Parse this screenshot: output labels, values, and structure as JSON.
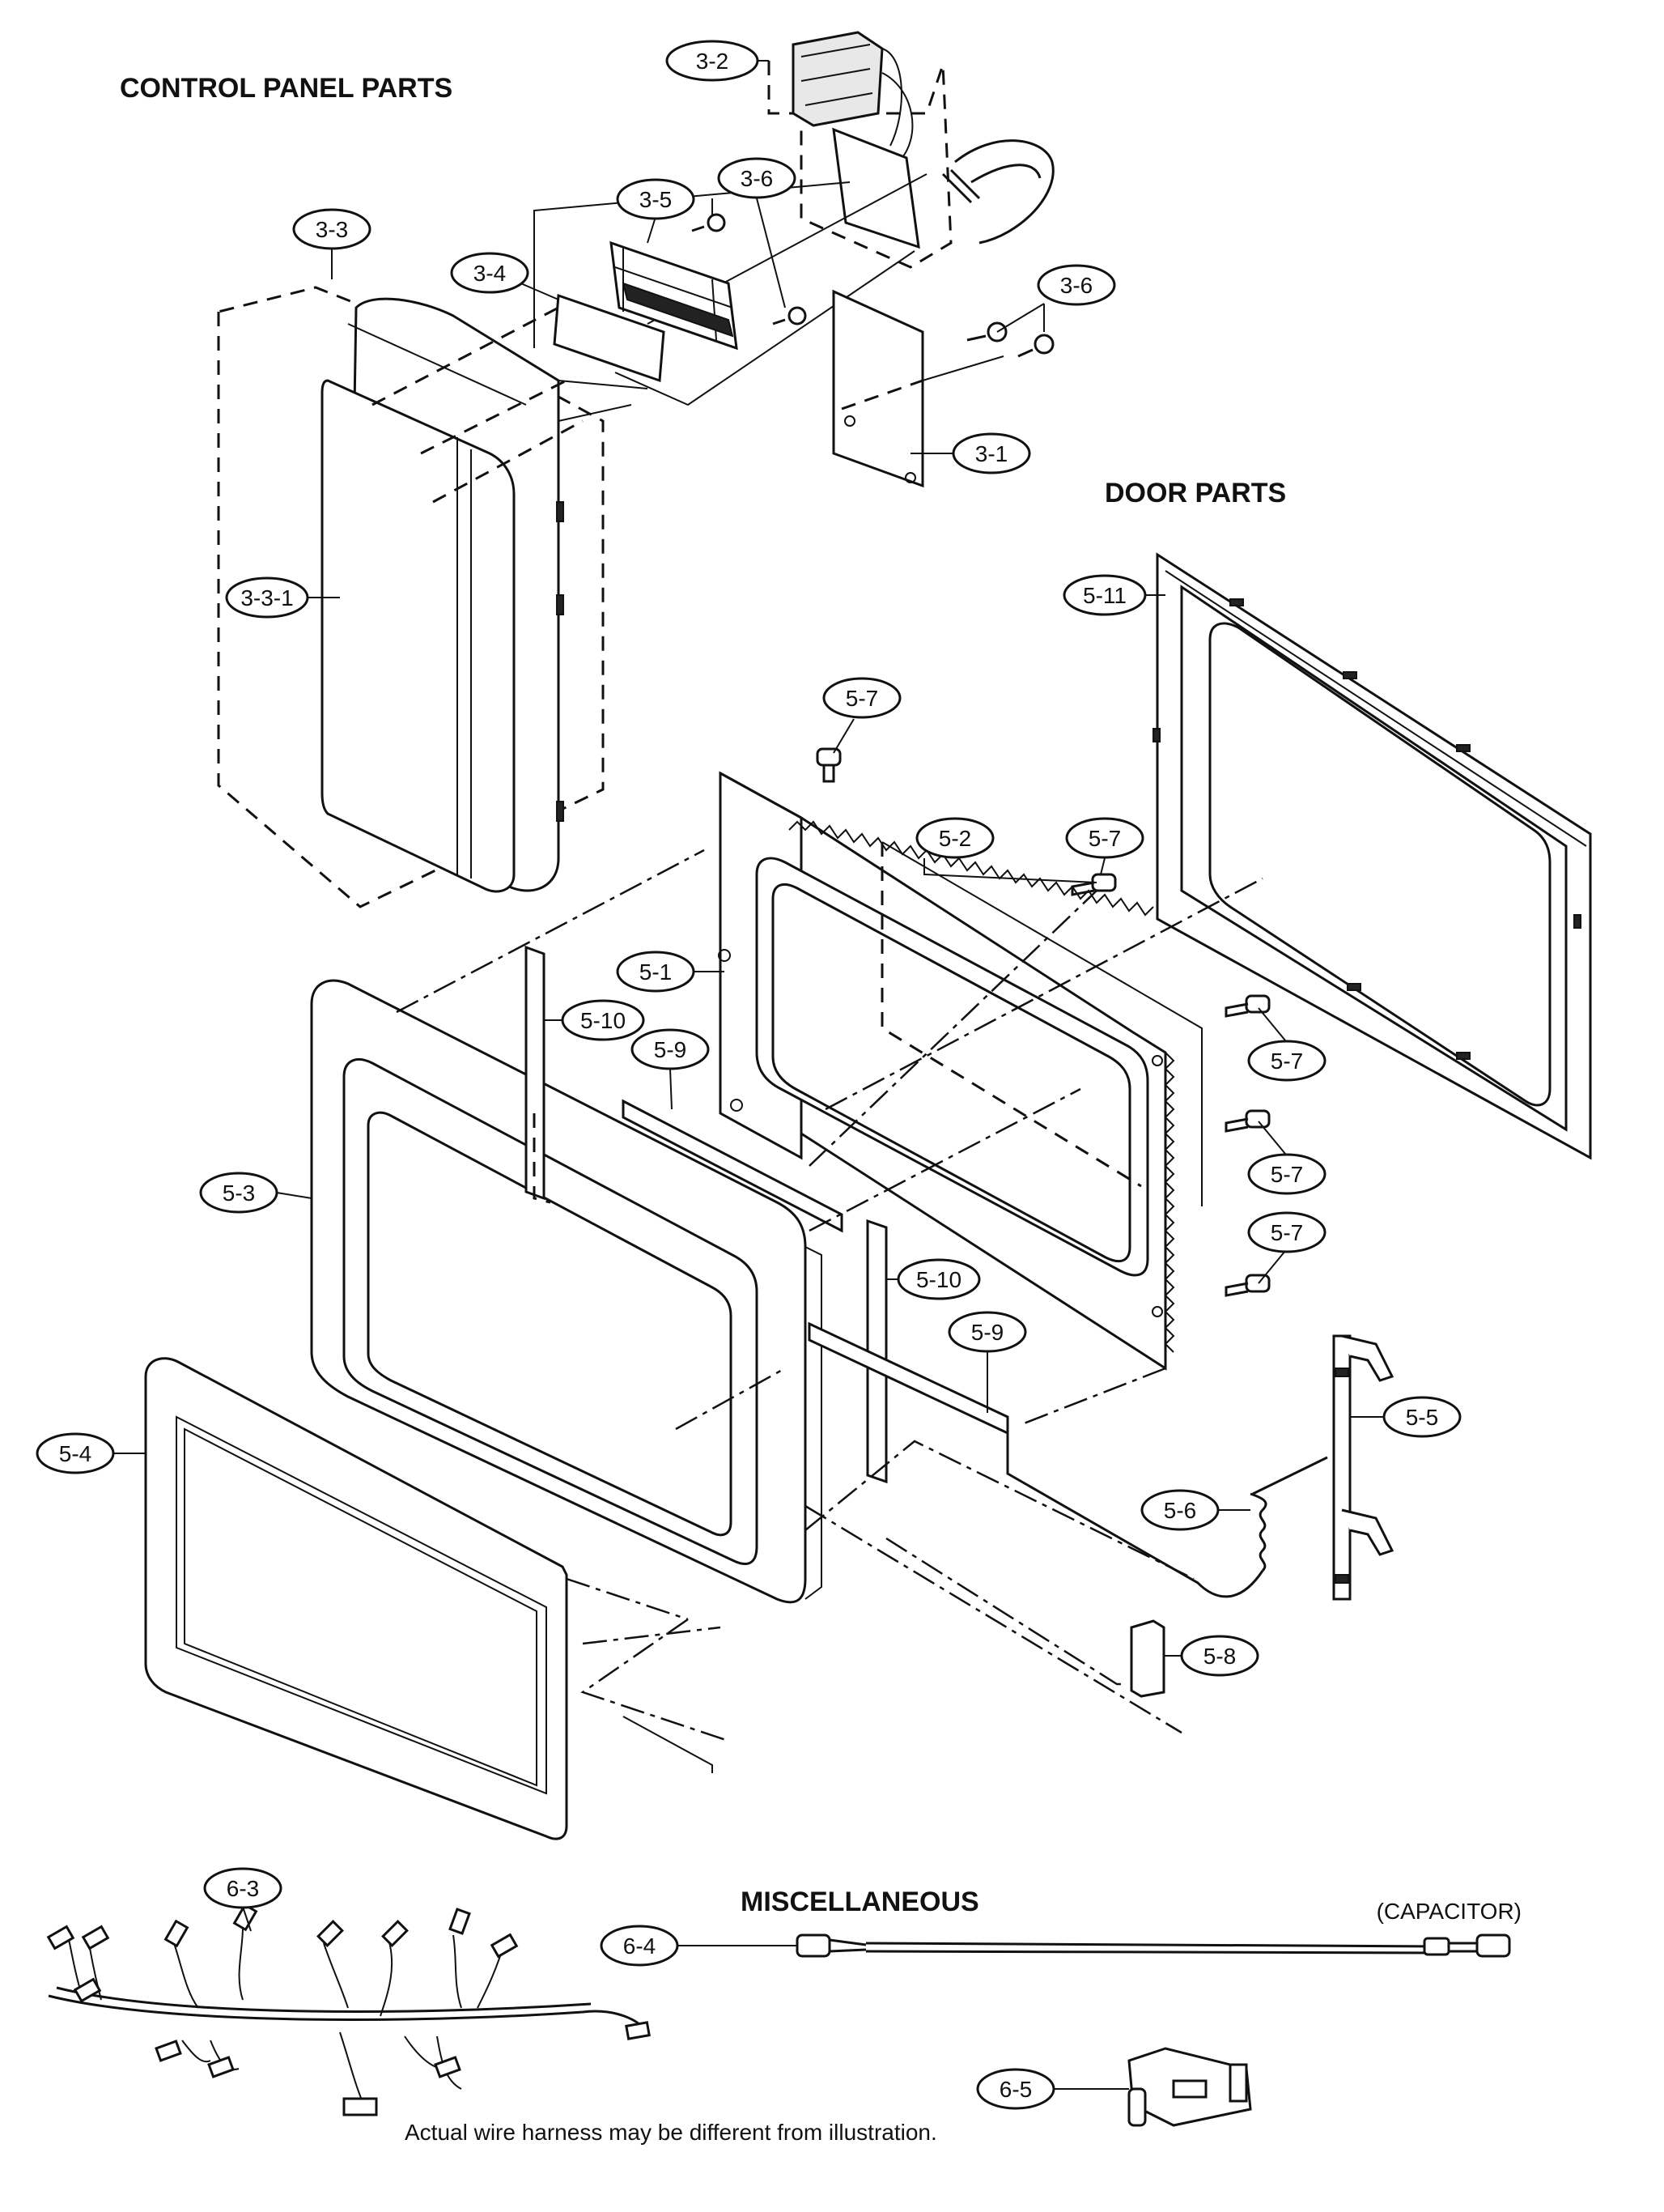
{
  "headings": {
    "control_panel": "CONTROL PANEL PARTS",
    "door": "DOOR  PARTS",
    "misc": "MISCELLANEOUS"
  },
  "labels": {
    "capacitor": "(CAPACITOR)",
    "harness_note": "Actual wire harness may be different from illustration."
  },
  "callouts": {
    "c3_2": "3-2",
    "c3_3": "3-3",
    "c3_4": "3-4",
    "c3_5": "3-5",
    "c3_6a": "3-6",
    "c3_6b": "3-6",
    "c3_1": "3-1",
    "c3_3_1": "3-3-1",
    "c5_11": "5-11",
    "c5_7a": "5-7",
    "c5_2": "5-2",
    "c5_7b": "5-7",
    "c5_1": "5-1",
    "c5_10a": "5-10",
    "c5_9a": "5-9",
    "c5_7c": "5-7",
    "c5_7d": "5-7",
    "c5_7e": "5-7",
    "c5_3": "5-3",
    "c5_10b": "5-10",
    "c5_9b": "5-9",
    "c5_5": "5-5",
    "c5_4": "5-4",
    "c5_6": "5-6",
    "c5_8": "5-8",
    "c6_3": "6-3",
    "c6_4": "6-4",
    "c6_5": "6-5"
  }
}
